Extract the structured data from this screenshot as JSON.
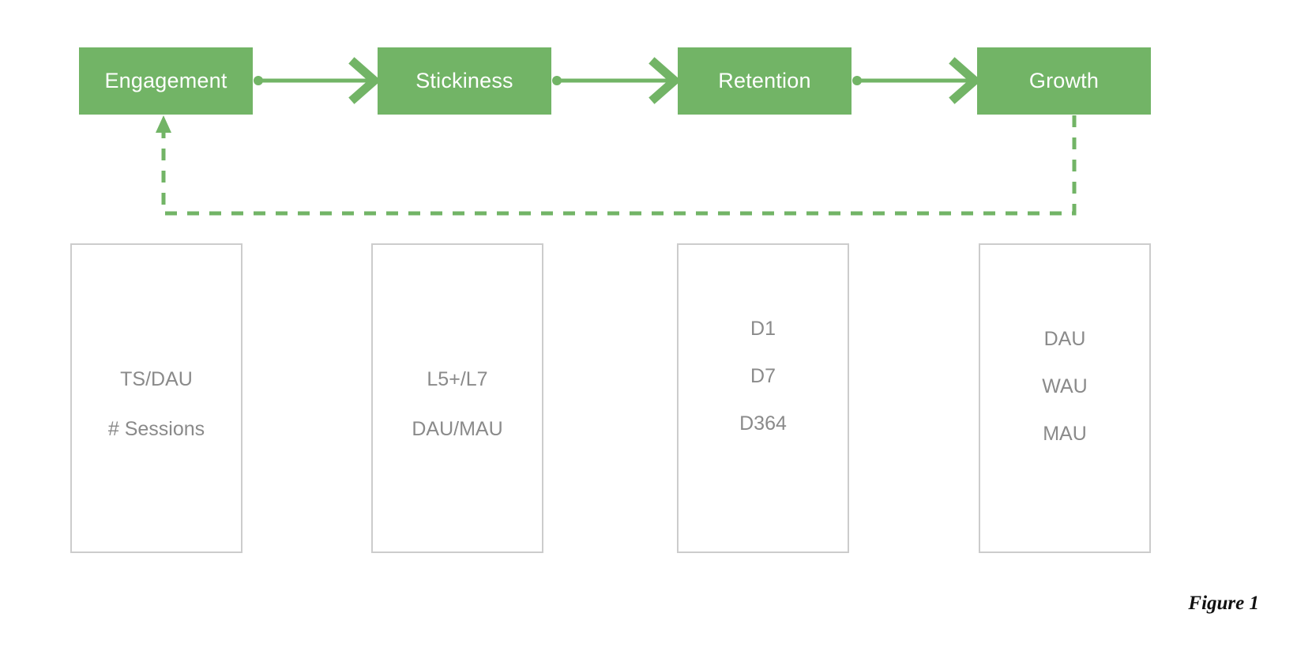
{
  "figure": {
    "caption": "Figure 1",
    "background_color": "#ffffff"
  },
  "theme": {
    "stage_fill": "#72b466",
    "stage_text_color": "#ffffff",
    "connector_color": "#72b466",
    "metric_border_color": "#cccccc",
    "metric_text_color": "#8a8a8a"
  },
  "flow": {
    "stages": [
      {
        "id": "engagement",
        "label": "Engagement"
      },
      {
        "id": "stickiness",
        "label": "Stickiness"
      },
      {
        "id": "retention",
        "label": "Retention"
      },
      {
        "id": "growth",
        "label": "Growth"
      }
    ],
    "arrows": [
      {
        "id": "engagement-to-stickiness",
        "from": "engagement",
        "to": "stickiness",
        "style": "solid"
      },
      {
        "id": "stickiness-to-retention",
        "from": "stickiness",
        "to": "retention",
        "style": "solid"
      },
      {
        "id": "retention-to-growth",
        "from": "retention",
        "to": "growth",
        "style": "solid"
      }
    ],
    "feedback_loop": {
      "id": "growth-to-engagement-feedback",
      "from": "growth",
      "to": "engagement",
      "style": "dashed"
    }
  },
  "metrics": [
    {
      "id": "engagement-metrics",
      "for_stage": "engagement",
      "lines": [
        "TS/DAU",
        "# Sessions"
      ]
    },
    {
      "id": "stickiness-metrics",
      "for_stage": "stickiness",
      "lines": [
        "L5+/L7",
        "DAU/MAU"
      ]
    },
    {
      "id": "retention-metrics",
      "for_stage": "retention",
      "lines": [
        "D1",
        "D7",
        "D364"
      ]
    },
    {
      "id": "growth-metrics",
      "for_stage": "growth",
      "lines": [
        "DAU",
        "WAU",
        "MAU"
      ]
    }
  ]
}
